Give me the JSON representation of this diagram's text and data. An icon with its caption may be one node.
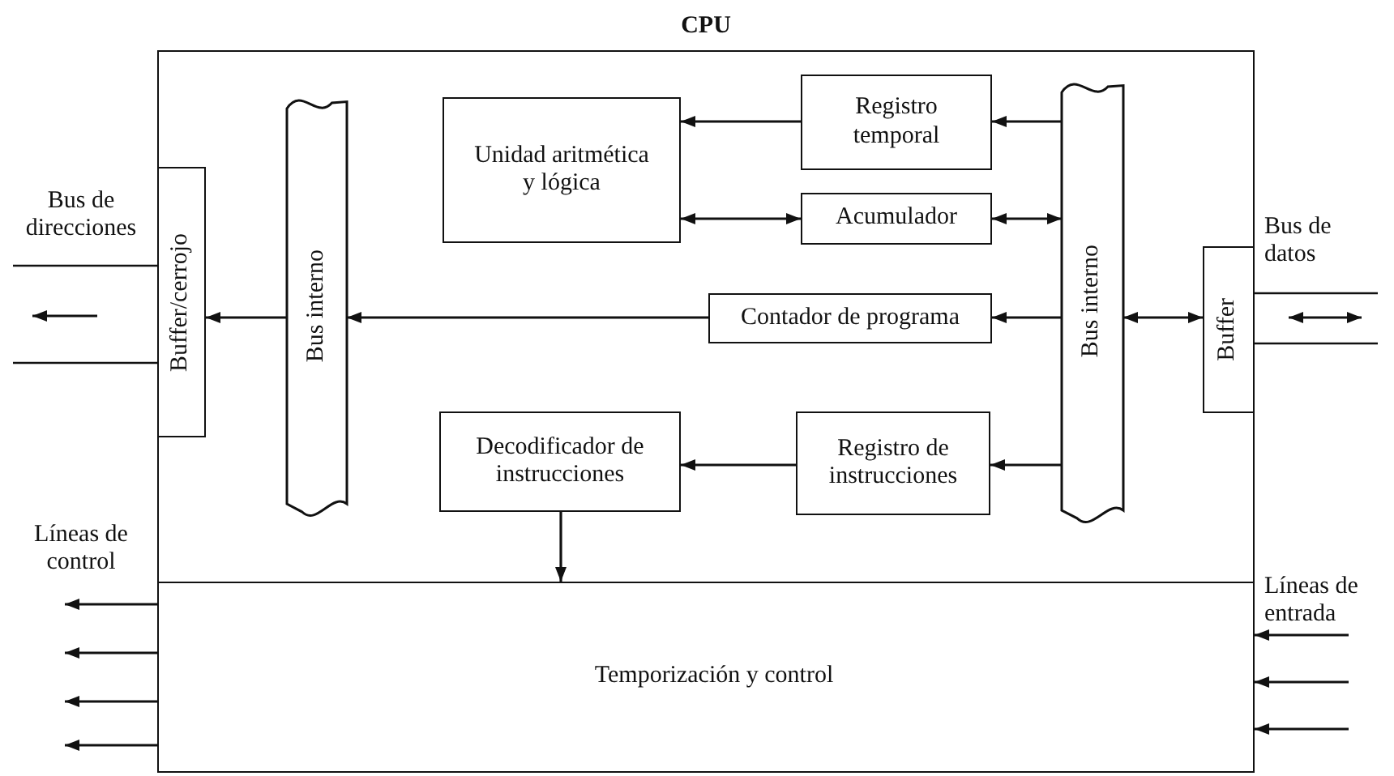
{
  "diagram": {
    "nodes": [
      {
        "text": [
          "CPU"
        ]
      },
      {
        "text": [
          "Buffer/cerrojo"
        ],
        "in": 0
      },
      {
        "text": [
          "Bus interno"
        ],
        "in": 0
      },
      {
        "text": [
          "Unidad aritmética y lógica"
        ],
        "in": 0
      },
      {
        "text": [
          "Registro temporal"
        ],
        "in": 0
      },
      {
        "text": [
          "Acumulador"
        ],
        "in": 0
      },
      {
        "text": [
          "Contador de programa"
        ],
        "in": 0
      },
      {
        "text": [
          "Bus interno"
        ],
        "in": 0
      },
      {
        "text": [
          "Buffer"
        ],
        "in": 0
      },
      {
        "text": [
          "Decodificador de instrucciones"
        ],
        "in": 0
      },
      {
        "text": [
          "Registro de instrucciones"
        ],
        "in": 0
      },
      {
        "text": [
          "Temporización y control"
        ],
        "in": 0
      }
    ],
    "edges": [
      {
        "from": 7,
        "to": 4,
        "arrow": "to"
      },
      {
        "from": 4,
        "to": 3,
        "arrow": "to"
      },
      {
        "from": 3,
        "to": 5,
        "arrow": "both"
      },
      {
        "from": 5,
        "to": 7,
        "arrow": "both"
      },
      {
        "from": 7,
        "to": 6,
        "arrow": "to"
      },
      {
        "from": 6,
        "to": 2,
        "arrow": "to"
      },
      {
        "from": 2,
        "to": 1,
        "arrow": "to"
      },
      {
        "from": 7,
        "to": 8,
        "arrow": "both"
      },
      {
        "from": 7,
        "to": 10,
        "arrow": "to"
      },
      {
        "from": 10,
        "to": 9,
        "arrow": "to"
      },
      {
        "from": 9,
        "to": 11,
        "arrow": "to"
      },
      {
        "from": 11,
        "to": null,
        "arrow": "to"
      },
      {
        "from": 11,
        "to": null,
        "arrow": "to"
      },
      {
        "from": 11,
        "to": null,
        "arrow": "to"
      },
      {
        "from": 11,
        "to": null,
        "arrow": "to"
      },
      {
        "from": null,
        "to": 11,
        "arrow": "to"
      },
      {
        "from": null,
        "to": 11,
        "arrow": "to"
      },
      {
        "from": null,
        "to": 11,
        "arrow": "to"
      }
    ],
    "labels": [
      "Bus de direcciones",
      "Bus de datos",
      "Líneas de control",
      "Líneas de entrada"
    ]
  }
}
